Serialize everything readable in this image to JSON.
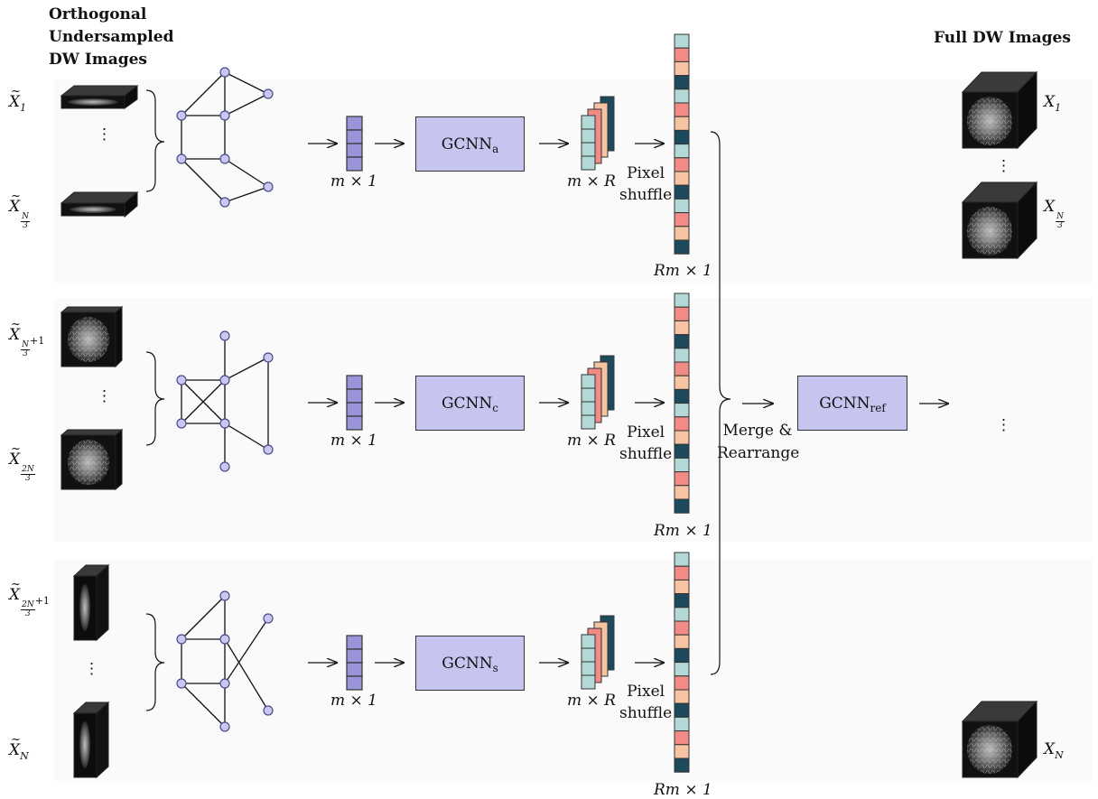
{
  "header": {
    "input_title_line1": "Orthogonal",
    "input_title_line2": "Undersampled",
    "input_title_line3": "DW Images",
    "output_title": "Full DW Images"
  },
  "rows": [
    {
      "first_label": "X",
      "first_sub": "1",
      "last_label": "X",
      "last_frac_num": "N",
      "last_frac_den": "3",
      "last_suffix": "",
      "vector_label": "m × 1",
      "block_main": "GCNN",
      "block_sub": "a",
      "stack_label": "m × R",
      "shuffle_line1": "Pixel",
      "shuffle_line2": "shuffle",
      "long_label": "Rm × 1"
    },
    {
      "first_label": "X",
      "first_frac_num": "N",
      "first_frac_den": "3",
      "first_suffix": "+1",
      "last_label": "X",
      "last_frac_num": "2N",
      "last_frac_den": "3",
      "vector_label": "m × 1",
      "block_main": "GCNN",
      "block_sub": "c",
      "stack_label": "m × R",
      "shuffle_line1": "Pixel",
      "shuffle_line2": "shuffle",
      "long_label": "Rm × 1"
    },
    {
      "first_label": "X",
      "first_frac_num": "2N",
      "first_frac_den": "3",
      "first_suffix": "+1",
      "last_label": "X",
      "last_sub": "N",
      "vector_label": "m × 1",
      "block_main": "GCNN",
      "block_sub": "s",
      "stack_label": "m × R",
      "shuffle_line1": "Pixel",
      "shuffle_line2": "shuffle",
      "long_label": "Rm × 1"
    }
  ],
  "merge": {
    "line1": "Merge &",
    "line2": "Rearrange"
  },
  "refine": {
    "main": "GCNN",
    "sub": "ref"
  },
  "outputs": {
    "first_label": "X",
    "first_sub": "1",
    "second_label": "X",
    "second_frac_num": "N",
    "second_frac_den": "3",
    "last_label": "X",
    "last_sub": "N"
  },
  "ellipsis": "⋮",
  "colors": {
    "node_fill": "#c8c8f0",
    "vector_fill": "#9a95d8",
    "block_fill": "#c6c5ef",
    "teal_light": "#b3d9d6",
    "salmon": "#f08c85",
    "peach": "#f6c4a3",
    "navy": "#1c4a5c"
  }
}
